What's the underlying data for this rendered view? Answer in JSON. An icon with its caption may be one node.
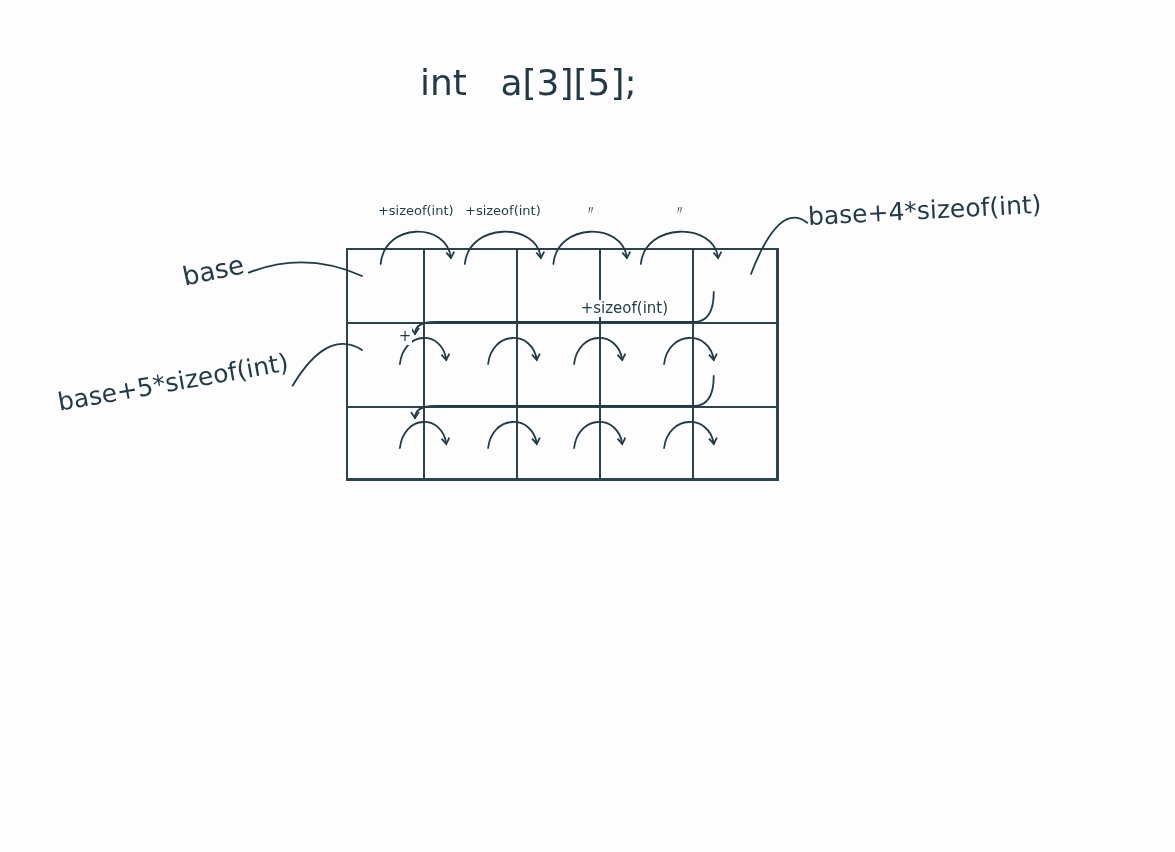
{
  "diagram": {
    "title": "int a[3][5];",
    "nodes": [
      {
        "text": [],
        "shape": "box"
      },
      {
        "text": [],
        "shape": "box",
        "in": 0
      },
      {
        "text": [],
        "shape": "box",
        "in": 0
      },
      {
        "text": [],
        "shape": "box",
        "in": 0
      },
      {
        "text": [],
        "shape": "box",
        "in": 0
      },
      {
        "text": [],
        "shape": "box",
        "in": 0
      },
      {
        "text": [],
        "shape": "box",
        "in": 0
      },
      {
        "text": [],
        "shape": "box",
        "in": 0
      },
      {
        "text": [],
        "shape": "box",
        "in": 0
      },
      {
        "text": [],
        "shape": "box",
        "in": 0
      },
      {
        "text": [],
        "shape": "box",
        "in": 0
      },
      {
        "text": [],
        "shape": "box",
        "in": 0
      },
      {
        "text": [],
        "shape": "box",
        "in": 0
      },
      {
        "text": [],
        "shape": "box",
        "in": 0
      },
      {
        "text": [],
        "shape": "box",
        "in": 0
      },
      {
        "text": [],
        "shape": "box",
        "in": 0
      },
      {
        "text": [
          "base"
        ]
      },
      {
        "text": [
          "base+4*sizeof(int)"
        ]
      },
      {
        "text": [
          "base+5*sizeof(int)"
        ]
      }
    ],
    "edges": [
      {
        "from": 1,
        "to": 2,
        "arrow": "to",
        "label": "+sizeof(int)"
      },
      {
        "from": 2,
        "to": 3,
        "arrow": "to",
        "label": "+sizeof(int)"
      },
      {
        "from": 3,
        "to": 4,
        "arrow": "to",
        "label": "〃"
      },
      {
        "from": 4,
        "to": 5,
        "arrow": "to",
        "label": "〃"
      },
      {
        "from": 5,
        "to": 6,
        "arrow": "to",
        "label": "+sizeof(int)"
      },
      {
        "from": 6,
        "to": 7,
        "arrow": "to",
        "label": "+"
      },
      {
        "from": 7,
        "to": 8,
        "arrow": "to"
      },
      {
        "from": 8,
        "to": 9,
        "arrow": "to"
      },
      {
        "from": 9,
        "to": 10,
        "arrow": "to"
      },
      {
        "from": 10,
        "to": 11,
        "arrow": "to"
      },
      {
        "from": 11,
        "to": 12,
        "arrow": "to"
      },
      {
        "from": 12,
        "to": 13,
        "arrow": "to"
      },
      {
        "from": 13,
        "to": 14,
        "arrow": "to"
      },
      {
        "from": 14,
        "to": 15,
        "arrow": "to"
      },
      {
        "from": 16,
        "to": 1,
        "arrow": "none"
      },
      {
        "from": 17,
        "to": 5,
        "arrow": "none"
      },
      {
        "from": 18,
        "to": 6,
        "arrow": "none"
      }
    ]
  }
}
